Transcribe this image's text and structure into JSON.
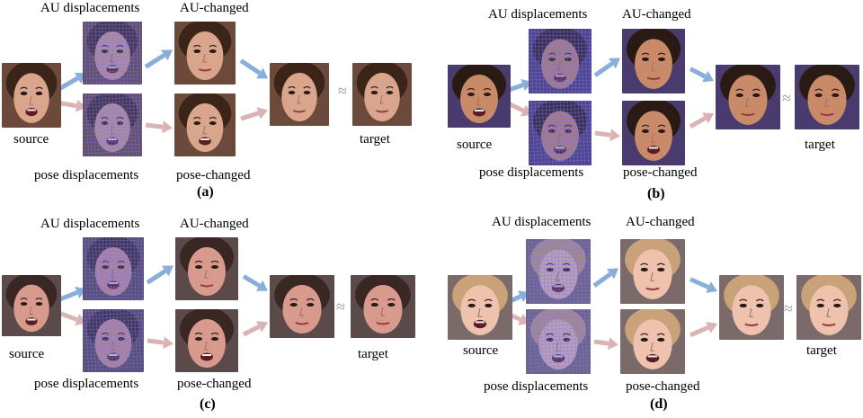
{
  "panels": [
    {
      "caption": "(a)",
      "au_displacements": "AU displacements",
      "au_changed": "AU-changed",
      "source": "source",
      "target": "target",
      "pose_displacements": "pose displacements",
      "pose_changed": "pose-changed",
      "approx": "≈",
      "skin": "#d9a58c",
      "hair": "#3b2418",
      "bg": "#6b4a3c"
    },
    {
      "caption": "(b)",
      "au_displacements": "AU displacements",
      "au_changed": "AU-changed",
      "source": "source",
      "target": "target",
      "pose_displacements": "pose displacements",
      "pose_changed": "pose-changed",
      "approx": "≈",
      "skin": "#c98a6a",
      "hair": "#2a1a14",
      "bg": "#4a3b6e"
    },
    {
      "caption": "(c)",
      "au_displacements": "AU displacements",
      "au_changed": "AU-changed",
      "source": "source",
      "target": "target",
      "pose_displacements": "pose displacements",
      "pose_changed": "pose-changed",
      "approx": "≈",
      "skin": "#d79a8c",
      "hair": "#3a2622",
      "bg": "#5a4a4a"
    },
    {
      "caption": "(d)",
      "au_displacements": "AU displacements",
      "au_changed": "AU-changed",
      "source": "source",
      "target": "target",
      "pose_displacements": "pose displacements",
      "pose_changed": "pose-changed",
      "approx": "≈",
      "skin": "#efc2ae",
      "hair": "#c9a27a",
      "bg": "#7a6a6a"
    }
  ],
  "colors": {
    "au_arrow": "#8aaedb",
    "pose_arrow": "#dcb3b4",
    "flow_overlay": "#5a5ac8",
    "approx": "#999999"
  }
}
